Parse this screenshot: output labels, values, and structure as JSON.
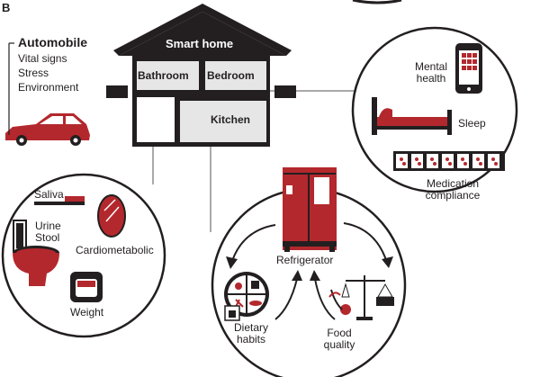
{
  "panel_label": "B",
  "house": {
    "title": "Smart home",
    "rooms": [
      "Bathroom",
      "Bedroom",
      "Kitchen"
    ]
  },
  "automobile": {
    "title": "Automobile",
    "items": [
      "Vital signs",
      "Stress",
      "Environment"
    ]
  },
  "bedroom_circle": {
    "mental_health": [
      "Mental",
      "health"
    ],
    "sleep": "Sleep",
    "medication": [
      "Medication",
      "compliance"
    ]
  },
  "bathroom_circle": {
    "saliva": "Saliva",
    "urine_stool": [
      "Urine",
      "Stool"
    ],
    "cardiometabolic": "Cardiometabolic",
    "weight": "Weight"
  },
  "kitchen_circle": {
    "refrigerator": "Refrigerator",
    "dietary_habits": [
      "Dietary",
      "habits"
    ],
    "food_quality": [
      "Food",
      "quality"
    ]
  },
  "colors": {
    "accent_red": "#b3282d",
    "dark": "#231f20",
    "room_fill": "#e6e6e6"
  }
}
